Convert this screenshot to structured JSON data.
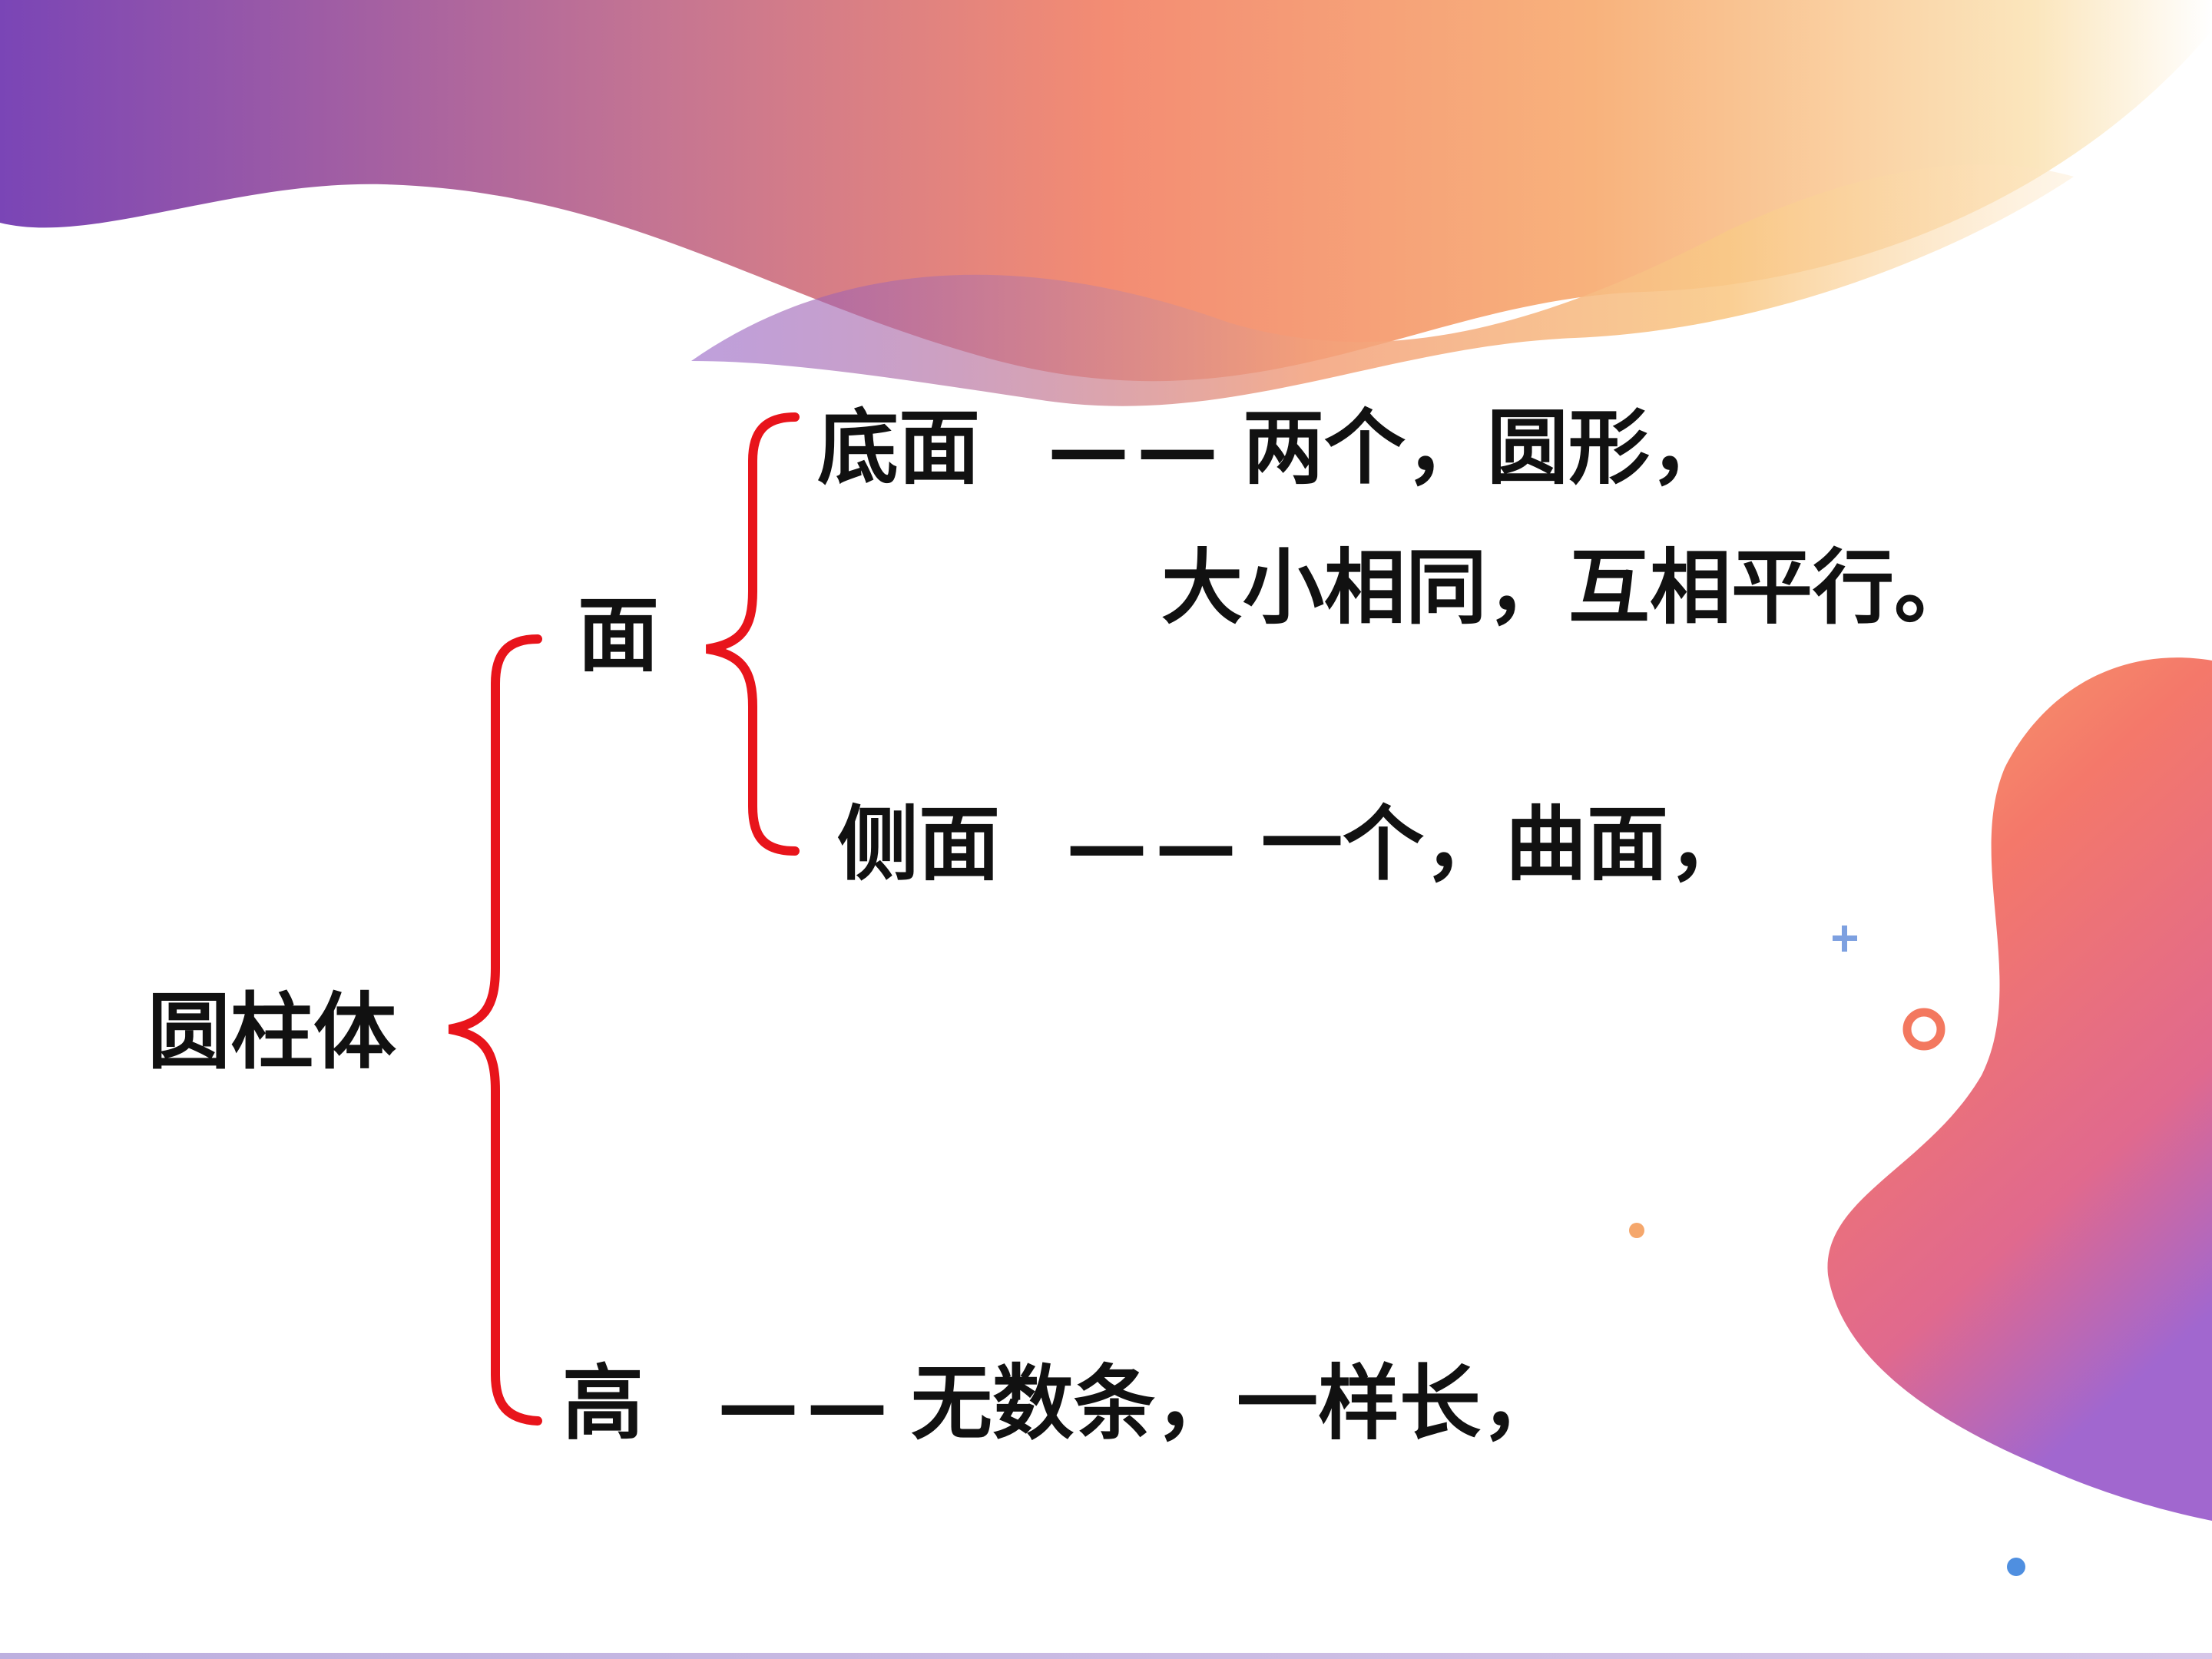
{
  "root": {
    "label": "圆柱体"
  },
  "face": {
    "label": "面",
    "base": {
      "label": "底面",
      "dash": "——",
      "line1": "两个，圆形，",
      "line2": "大小相同，互相平行。"
    },
    "lateral": {
      "label": "侧面",
      "dash": "——",
      "line1": "一个，曲面，"
    }
  },
  "height": {
    "label": "高",
    "dash": "——",
    "line1": "无数条，一样长，"
  },
  "colors": {
    "brace": "#e8141b",
    "text": "#111111",
    "accent_purple": "#7b44b8",
    "accent_orange": "#f48a6a",
    "accent_yellow": "#f9d27e"
  }
}
